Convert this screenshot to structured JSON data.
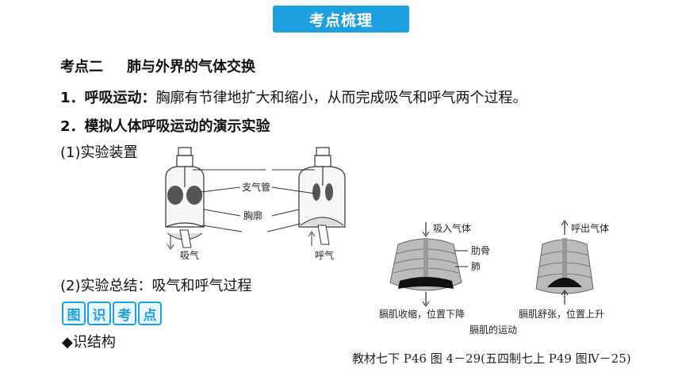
{
  "header": {
    "title": "考点梳理"
  },
  "section": {
    "number": "考点二",
    "title": "肺与外界的气体交换"
  },
  "item1": {
    "label": "1．呼吸运动：",
    "text": "胸廓有节律地扩大和缩小，从而完成吸气和呼气两个过程。"
  },
  "item2": {
    "label": "2．模拟人体呼吸运动的演示实验"
  },
  "item3": {
    "label": "(1)实验装置"
  },
  "item4": {
    "label": "(2)实验总结：",
    "text": "吸气和呼气过程"
  },
  "badges": [
    "图",
    "识",
    "考",
    "点"
  ],
  "item5": {
    "label": "◆识结构"
  },
  "apparatus": {
    "label_trachea": "支气管",
    "label_chest": "胸廓",
    "label_inhale": "吸气",
    "label_exhale": "呼气"
  },
  "ribcage": {
    "label_breathe_in": "吸入气体",
    "label_breathe_out": "呼出气体",
    "label_rib": "肋骨",
    "label_lung": "肺",
    "label_contract": "膈肌收缩，位置下降",
    "label_relax": "膈肌舒张，位置上升",
    "label_title": "膈肌的运动"
  },
  "caption": "教材七下 P46 图 4－29(五四制七上 P49 图Ⅳ－25)",
  "colors": {
    "accent": "#1e9fe0"
  }
}
